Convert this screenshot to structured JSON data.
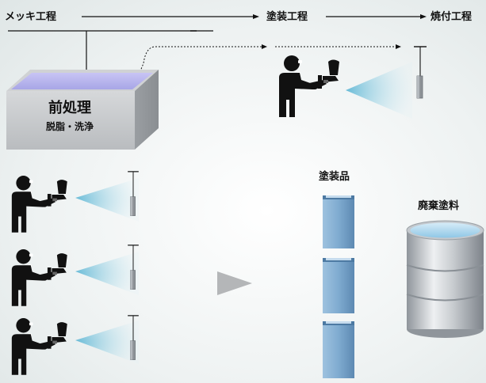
{
  "process": {
    "stages": [
      {
        "label": "メッキ工程"
      },
      {
        "label": "塗装工程"
      },
      {
        "label": "焼付工程"
      }
    ]
  },
  "pretreatment": {
    "title": "前処理",
    "subtitle": "脱脂・洗浄"
  },
  "coated_products": {
    "label": "塗装品"
  },
  "waste_paint": {
    "label": "廃棄塗料"
  },
  "colors": {
    "line": "#111111",
    "tank_body": "#c9cccf",
    "tank_liquid": "#b9b6ee",
    "spray": "#7fc6dd",
    "product": "#6f9cc2",
    "arrow_gray": "#b4b6b8",
    "drum": "#bfc4c8"
  }
}
